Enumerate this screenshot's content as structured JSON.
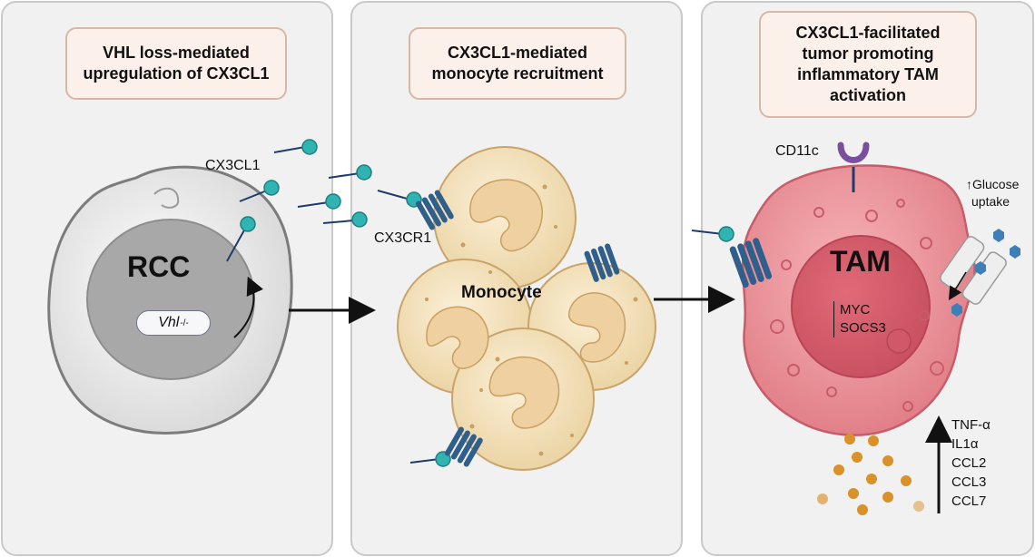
{
  "panels": [
    {
      "title": "VHL loss-mediated\nupregulation of CX3CL1"
    },
    {
      "title": "CX3CL1-mediated\nmonocyte recruitment"
    },
    {
      "title": "CX3CL1-facilitated\ntumor promoting\ninflammatory TAM\nactivation"
    }
  ],
  "labels": {
    "cx3cl1": "CX3CL1",
    "rcc": "RCC",
    "vhl": "Vhl",
    "vhl_sup": "-/-",
    "cx3cr1": "CX3CR1",
    "monocyte": "Monocyte",
    "cd11c": "CD11c",
    "tam": "TAM",
    "glucose_line1": "↑Glucose",
    "glucose_line2": "uptake",
    "myc_line1": "MYC",
    "myc_line2": "SOCS3",
    "cytokines": [
      "TNF-α",
      "IL1α",
      "CCL2",
      "CCL3",
      "CCL7"
    ]
  },
  "colors": {
    "panel_bg": "#f1f1f1",
    "title_bg": "#fbf0ea",
    "ligand": "#2fb3b3",
    "receptor": "#2f5f8a",
    "monocyte": "#f4e3c1",
    "tam": "#e88c93",
    "cd11c": "#7b4f9e",
    "cytokine": "#d9922a"
  }
}
